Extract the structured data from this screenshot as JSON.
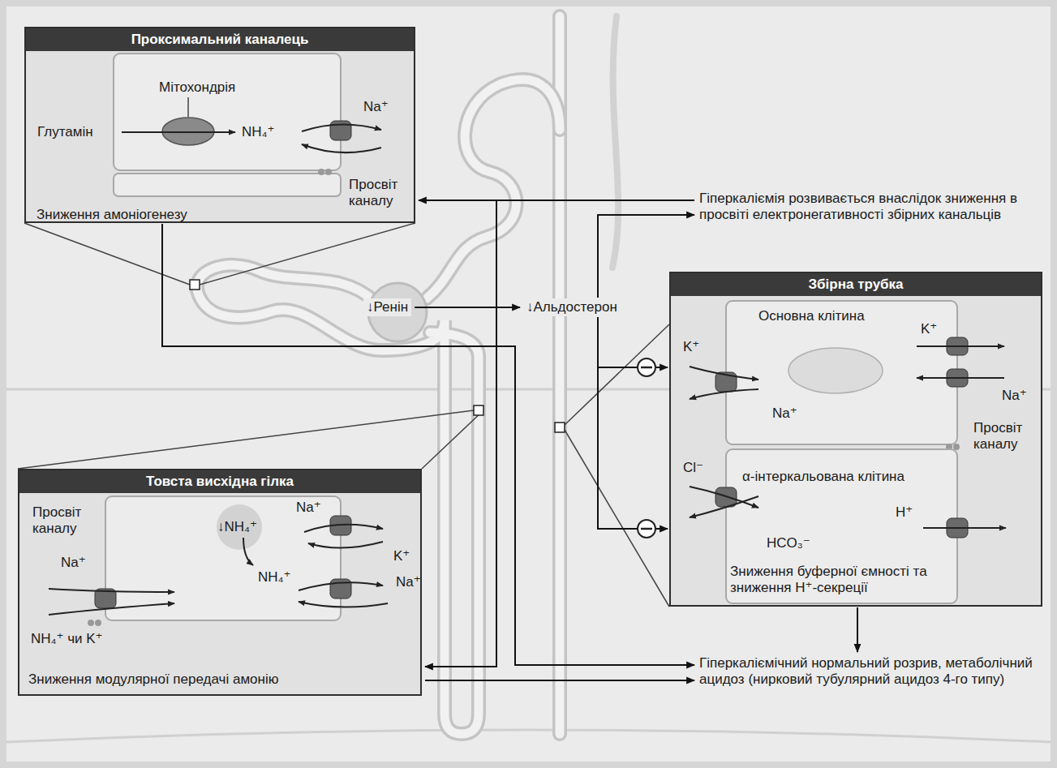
{
  "diagram": {
    "nodes": [
      {
        "text": [
          "Проксимальний каналець",
          "Зниження амоніогенезу"
        ]
      },
      {
        "text": [
          "Гіперкаліємія розвивається внаслідок зниження в просвіті електронегативності збірних канальців"
        ]
      },
      {
        "text": [
          "↓Ренін"
        ]
      },
      {
        "text": [
          "↓Альдостерон"
        ]
      },
      {
        "text": [
          "Збірна трубка",
          "Зниження буферної ємності та зниження H⁺-секреції"
        ]
      },
      {
        "text": [
          "Товста висхідна гілка",
          "Зниження модулярної передачі амонію"
        ]
      },
      {
        "text": [
          "Гіперкаліємічний нормальний розрив, метаболічний ацидоз (нирковий тубулярний ацидоз 4-го типу)"
        ]
      }
    ],
    "edges": [
      {
        "from": 2,
        "to": 3,
        "arrow": "to"
      },
      {
        "from": 3,
        "to": 1,
        "arrow": "to"
      },
      {
        "from": 3,
        "to": 4,
        "arrow": "to"
      },
      {
        "from": 3,
        "to": 4,
        "arrow": "to"
      },
      {
        "from": 1,
        "to": 0,
        "arrow": "to"
      },
      {
        "from": 1,
        "to": 5,
        "arrow": "to"
      },
      {
        "from": 0,
        "to": 6,
        "arrow": "to"
      },
      {
        "from": 5,
        "to": 6,
        "arrow": "to"
      },
      {
        "from": 4,
        "to": 6,
        "arrow": "to"
      }
    ],
    "labels": [
      "Мітохондрія",
      "Глутамін",
      "NH₄⁺",
      "Na⁺",
      "Просвіт каналу",
      "Основна клітина",
      "K⁺",
      "K⁺",
      "Na⁺",
      "Na⁺",
      "Просвіт каналу",
      "Cl⁻",
      "α-інтеркальована клітина",
      "H⁺",
      "HCO₃⁻",
      "Просвіт каналу",
      "Na⁺",
      "↓NH₄⁺",
      "Na⁺",
      "K⁺",
      "NH₄⁺",
      "Na⁺",
      "NH₄⁺ чи K⁺"
    ]
  }
}
